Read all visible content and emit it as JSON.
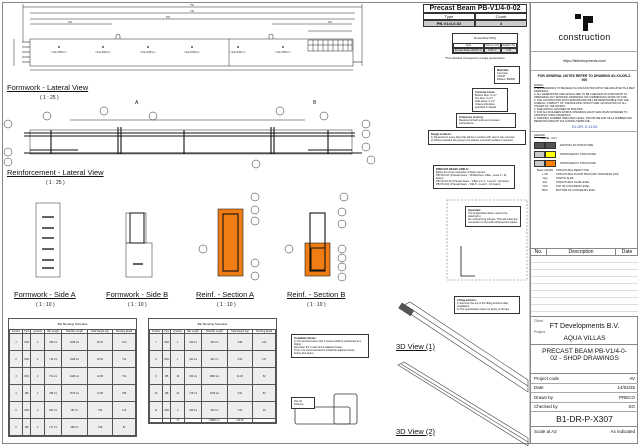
{
  "views": {
    "formwork_lateral": {
      "title": "Formwork - Lateral View",
      "scale": "( 1 : 25 )"
    },
    "reinf_lateral": {
      "title": "Reinforcement - Lateral View",
      "scale": "( 1 : 25 )"
    },
    "side_a": {
      "title": "Formwork - Side A",
      "scale": "( 1 : 10 )"
    },
    "side_b": {
      "title": "Formwork - Side B",
      "scale": "( 1 : 10 )"
    },
    "sec_a": {
      "title": "Reinf. - Section A",
      "scale": "( 1 : 10 )"
    },
    "sec_b": {
      "title": "Reinf. - Section B",
      "scale": "( 1 : 10 )"
    },
    "view3d_1": "3D View (1)",
    "view3d_2": "3D View (2)",
    "section_marks": [
      "A",
      "B"
    ]
  },
  "dims": {
    "overall": "750",
    "inner": "730",
    "mid": "616",
    "left": "300",
    "right": "150",
    "hole_label": "Hole Ø45mm"
  },
  "beam_table": {
    "title": "Precast Beam PB-V1/4-0-02",
    "headers": [
      "Type",
      "Count"
    ],
    "row": [
      "PB-V1/4-0-02",
      "4"
    ]
  },
  "boq": {
    "title": "Precast Beam BOQ",
    "headers": [
      "Type",
      "Volume (m3)",
      "Weight (To)"
    ],
    "row": [
      "Precast Beam 20x80 cm",
      "0.90 m³",
      "2.24"
    ],
    "note": "*This schedule correspond to a single precast beam"
  },
  "notes": {
    "materials": {
      "title": "Materials:",
      "lines": [
        "Concrete: C30/37",
        "Rebars: B500B"
      ]
    },
    "cover": {
      "title": "Concrete Cover:",
      "lines": [
        "Bottom face: 3 cm*",
        "Top face: 3 cm*",
        "Side faces: 3 cm*",
        "Unless otherwise specified in details"
      ]
    },
    "temporary": {
      "title": "Temporary shoring:",
      "lines": [
        "Required at both ends and at beam intersections"
      ]
    },
    "rough": {
      "title": "Rough surfaces:",
      "lines": [
        "1) Required on every face that will be in contact with cast in situ concrete",
        "2) Where precasts are going to be placed, a smooth surface is required."
      ]
    },
    "labels": {
      "title": "PRECAST BEAM LABELS:",
      "lines": [
        "Below are some examples of beam names:",
        "PB-V8-0-01 (Precast beam - V8 Bedroom Villas - Level 0 - 01 beam)",
        "PB-V1/4-0-01 (Precast beam - Villas 1 to 4 - Level 0 - 01 beam)",
        "PB-V5-0-01 (Precast beam - Villa 5 - Level 0 - 01 beam)"
      ]
    },
    "important": {
      "title": "Important:",
      "lines": [
        "The longitudinal rebars need to be attached to",
        "the vertical long stirrups. This will make the",
        "connection to the wall reinforcement easier."
      ]
    },
    "install": {
      "title": "Installation Notes:",
      "lines": [
        "1) The precast beam with a recess shall be positioned at a higher",
        "level than the 2 cast of the adjacent beam.",
        "Thus, it is recommended to install the adjacent beam",
        "before this beam."
      ]
    },
    "lifting": {
      "title": "Lifting anchors:",
      "lines": [
        "1) Remove the top of the lifting anchors after installation",
        "2) The specification does not apply to stirrups"
      ]
    },
    "pos10": "Pos 10 Scheme"
  },
  "bbs_left": {
    "title": "Bar Bending Schedule",
    "headers": [
      "Position",
      "Type",
      "Quantity",
      "Bar Length",
      "Total Bar Length",
      "Total Weight (kg)",
      "Bending Detail"
    ],
    "rows": [
      [
        "1",
        "Ø16",
        "4",
        "789 cm",
        "3036 cm",
        "49.76",
        "7xxx"
      ],
      [
        "2",
        "Ø16",
        "2",
        "714 cm",
        "1428 cm",
        "22.54",
        "714"
      ],
      [
        "3",
        "Ø12",
        "2",
        "714 cm",
        "1428 cm",
        "12.68",
        "714"
      ],
      [
        "4",
        "Ø8",
        "2",
        "789 cm",
        "1573 cm",
        "12.38",
        "789"
      ],
      [
        "5",
        "Ø16",
        "2",
        "264 cm",
        "187 cm",
        "7.64",
        "120"
      ],
      [
        "6",
        "Ø8",
        "4",
        "177 cm",
        "488 cm",
        "1.90",
        "54"
      ]
    ]
  },
  "bbs_right": {
    "title": "Bar Bending Schedule",
    "headers": [
      "Position",
      "Type",
      "Quantity",
      "Bar Length",
      "Total Bar Length",
      "Total Weight (kg)",
      "Bending Detail"
    ],
    "rows": [
      [
        "7",
        "Ø16",
        "1",
        "240 cm",
        "240 cm",
        "3.80",
        "120"
      ],
      [
        "8",
        "Ø12",
        "1",
        "341 cm",
        "341 cm",
        "3.03",
        "147"
      ],
      [
        "9",
        "Ø8",
        "18",
        "153 cm",
        "2803 cm",
        "21.03",
        "52"
      ],
      [
        "10",
        "Ø8",
        "10",
        "175 cm",
        "1750 cm",
        "6.91",
        "52"
      ],
      [
        "11",
        "Ø16",
        "2",
        "220 cm",
        "440 cm",
        "7.04",
        "40"
      ]
    ],
    "totals": [
      "74",
      "23990 cm",
      "144.80"
    ]
  },
  "titleblock": {
    "logo": "construction",
    "url": "https://ftdevelopments.com/",
    "general_notes_ref": "FOR GENERAL NOTES REFER TO DRAWING AV-XX-DR-Z-000",
    "notes_title": "NOTES:",
    "notes": [
      "1. ALL DRAWINGS TO BE READ IN CONJUNCTION WITH THE ARCHITECTS & MEP DRAWINGS.",
      "2. ALL DIMENSIONS AND LEVELS ARE TO BE CHECKED ON SITE PRIOR TO PREPARING ANY WORKING DRAWINGS OR COMMENCING WORK ON SITE.",
      "3. THE CONTRACTOR MUST ENSURE AND WILL BE RESPONSIBLE FOR THE OVERALL STABILITY OF THE BUILDING STRUCTURE / EXCAVATION AT ALL STAGES OF THE WORKS.",
      "4. FIRE RATING ASSUMED 60 MINUTES.",
      "5. FOR ALL BUILDERS WORKS OPENINGS LESS THAN 25x25 CM REFER TO ARCHITECTURAL DRAWINGS.",
      "6. DRAWING NUMBER INDICATES LEVEL, DISCIPLINE AND VILLA NUMBER AND BEDROOM AMOUNT FOLLOWING TEMPLATE:"
    ],
    "template": "01-DR-S-1100",
    "legend_title": "LEGEND:",
    "legend_header": "PHONE - CUT",
    "legend": [
      {
        "label": "EXISTING RC STRUCTURE",
        "c1": "#555555",
        "c2": "#555555"
      },
      {
        "label": "PROPOSED RC STRUCTURE",
        "c1": "#c8c8c8",
        "c2": "#ffff00"
      },
      {
        "label": "PROPOSED PC STRUCTURE",
        "c1": "#c8c8c8",
        "c2": "#ff8000"
      }
    ],
    "legend_text": [
      [
        "Beam (20x80)",
        "STRUCTURAL BEAM TYPE"
      ],
      [
        "+ CD",
        "STRUCTURAL FLOOR SPAN AND THICKNESS [CM]"
      ],
      [
        "step",
        "STEP IN SLAB"
      ],
      [
        "SSL",
        "STRUCTURAL SLAB LEVEL"
      ],
      [
        "TOC",
        "TOP OF CONCRETE LEVEL"
      ],
      [
        "BOC",
        "BOTTOM OF CONCRETE LEVEL"
      ]
    ],
    "rev_headers": [
      "No.",
      "Description",
      "Date"
    ],
    "client_label": "Client",
    "client": "FT Developments B.V.",
    "project_label": "Project",
    "project": "AQUA VILLAS",
    "drawing_title": "PRECAST BEAM PB-V1/4-0-02 - SHOP DRAWINGS",
    "info": [
      [
        "Project code",
        "AV"
      ],
      [
        "Date",
        "14/02/25"
      ],
      [
        "Drawn by",
        "PRECO"
      ],
      [
        "Checked by",
        "SO"
      ]
    ],
    "drawing_no": "B1-DR-P-X307",
    "scale_label": "Scale at A2",
    "scale": "As indicated"
  }
}
